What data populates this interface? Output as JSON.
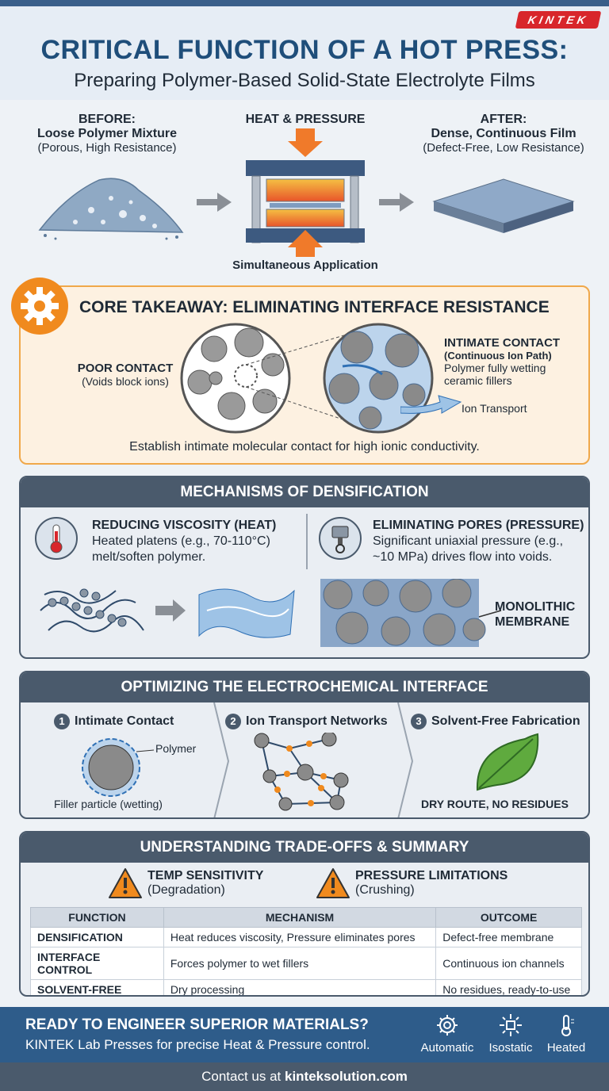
{
  "header": {
    "logo": "KINTEK",
    "title": "CRITICAL FUNCTION OF A HOT PRESS:",
    "subtitle": "Preparing Polymer-Based Solid-State Electrolyte Films"
  },
  "process": {
    "before_title": "BEFORE:",
    "before_name": "Loose Polymer Mixture",
    "before_desc": "(Porous, High Resistance)",
    "press_title": "HEAT & PRESSURE",
    "press_caption": "Simultaneous Application",
    "after_title": "AFTER:",
    "after_name": "Dense, Continuous Film",
    "after_desc": "(Defect-Free, Low Resistance)"
  },
  "core": {
    "title": "CORE TAKEAWAY: ELIMINATING INTERFACE RESISTANCE",
    "poor_title": "POOR CONTACT",
    "poor_desc": "(Voids block ions)",
    "good_title": "INTIMATE CONTACT",
    "good_subtitle": "(Continuous Ion Path)",
    "good_desc1": "Polymer fully wetting",
    "good_desc2": "ceramic fillers",
    "ion_label": "Ion Transport",
    "statement": "Establish intimate molecular contact for high ionic conductivity."
  },
  "mechanisms": {
    "title": "MECHANISMS OF DENSIFICATION",
    "heat_title": "REDUCING VISCOSITY (HEAT)",
    "heat_desc1": "Heated platens (e.g., 70-110°C)",
    "heat_desc2": "melt/soften polymer.",
    "pressure_title": "ELIMINATING PORES (PRESSURE)",
    "pressure_desc1": "Significant uniaxial pressure (e.g.,",
    "pressure_desc2": "~10 MPa) drives flow into voids.",
    "membrane_line1": "MONOLITHIC",
    "membrane_line2": "MEMBRANE"
  },
  "interface": {
    "title": "OPTIMIZING THE ELECTROCHEMICAL INTERFACE",
    "steps": [
      {
        "num": "1",
        "label": "Intimate Contact"
      },
      {
        "num": "2",
        "label": "Ion Transport Networks"
      },
      {
        "num": "3",
        "label": "Solvent-Free Fabrication"
      }
    ],
    "polymer_label": "Polymer",
    "filler_label": "Filler particle (wetting)",
    "dry_label": "DRY ROUTE, NO RESIDUES"
  },
  "tradeoffs": {
    "title": "UNDERSTANDING TRADE-OFFS & SUMMARY",
    "warn1_title": "TEMP SENSITIVITY",
    "warn1_desc": "(Degradation)",
    "warn2_title": "PRESSURE LIMITATIONS",
    "warn2_desc": "(Crushing)",
    "headers": [
      "FUNCTION",
      "MECHANISM",
      "OUTCOME"
    ],
    "rows": [
      [
        "DENSIFICATION",
        "Heat reduces viscosity, Pressure eliminates pores",
        "Defect-free membrane"
      ],
      [
        "INTERFACE CONTROL",
        "Forces polymer to wet fillers",
        "Continuous ion channels"
      ],
      [
        "SOLVENT-FREE",
        "Dry processing",
        "No residues, ready-to-use"
      ]
    ]
  },
  "footer": {
    "headline": "READY TO ENGINEER SUPERIOR MATERIALS?",
    "subline": "KINTEK Lab Presses for precise Heat & Pressure control.",
    "features": [
      "Automatic",
      "Isostatic",
      "Heated"
    ],
    "contact_prefix": "Contact us at ",
    "contact_site": "kinteksolution.com"
  },
  "colors": {
    "brand_red": "#d8262b",
    "navy": "#1f4e7a",
    "accent_orange": "#f08a1e",
    "slate": "#4a5a6c",
    "footer_blue": "#2e5c8a"
  }
}
